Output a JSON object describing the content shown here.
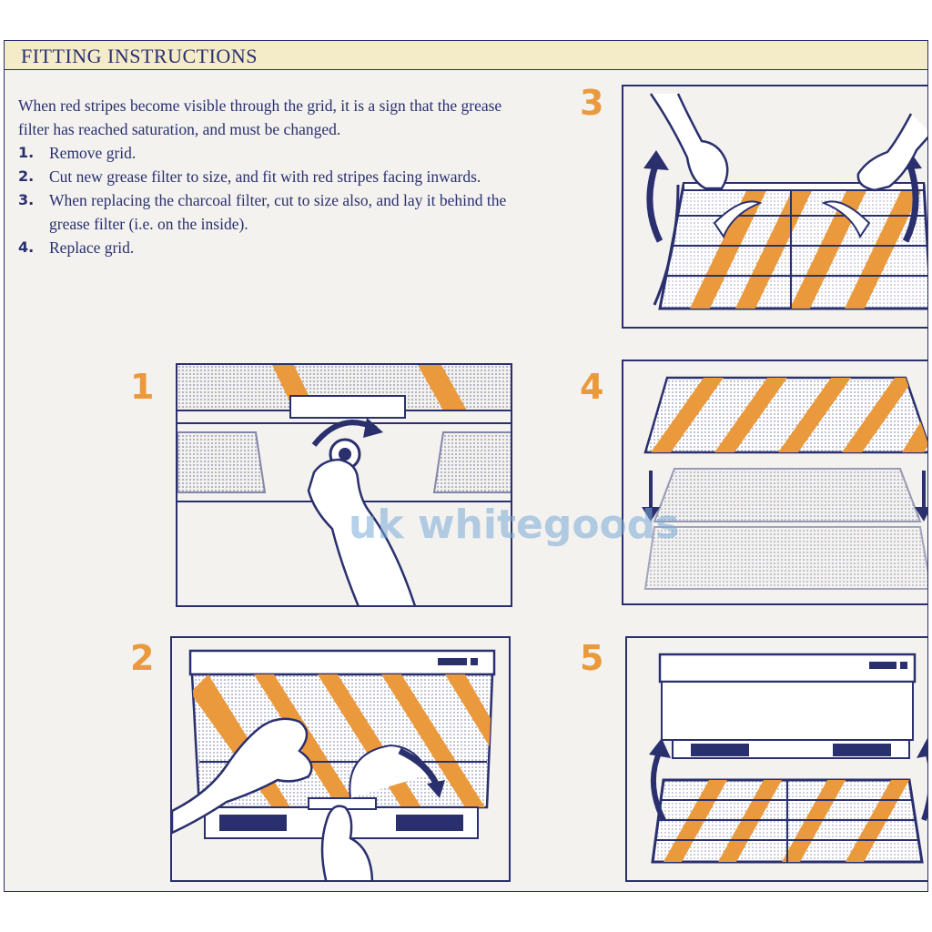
{
  "header": {
    "title": "FITTING INSTRUCTIONS"
  },
  "intro": {
    "paragraph": "When red stripes become visible through the grid, it is a sign that the grease filter has reached saturation, and must be changed.",
    "steps": [
      {
        "num": "1.",
        "text": "Remove grid."
      },
      {
        "num": "2.",
        "text": "Cut new grease filter to size, and fit with red stripes facing inwards."
      },
      {
        "num": "3.",
        "text": "When replacing the charcoal filter, cut to size also, and lay it behind the grease filter (i.e. on the inside)."
      },
      {
        "num": "4.",
        "text": "Replace grid."
      }
    ]
  },
  "figures": {
    "step1": "1",
    "step2": "2",
    "step3": "3",
    "step4": "4",
    "step5": "5"
  },
  "watermark": "uk whitegoods",
  "colors": {
    "ink": "#2a2f6e",
    "stripe": "#ea9a3c",
    "header_bg": "#f4ecc9",
    "paper": "#f3f2ef",
    "watermark": "#78aad7"
  }
}
